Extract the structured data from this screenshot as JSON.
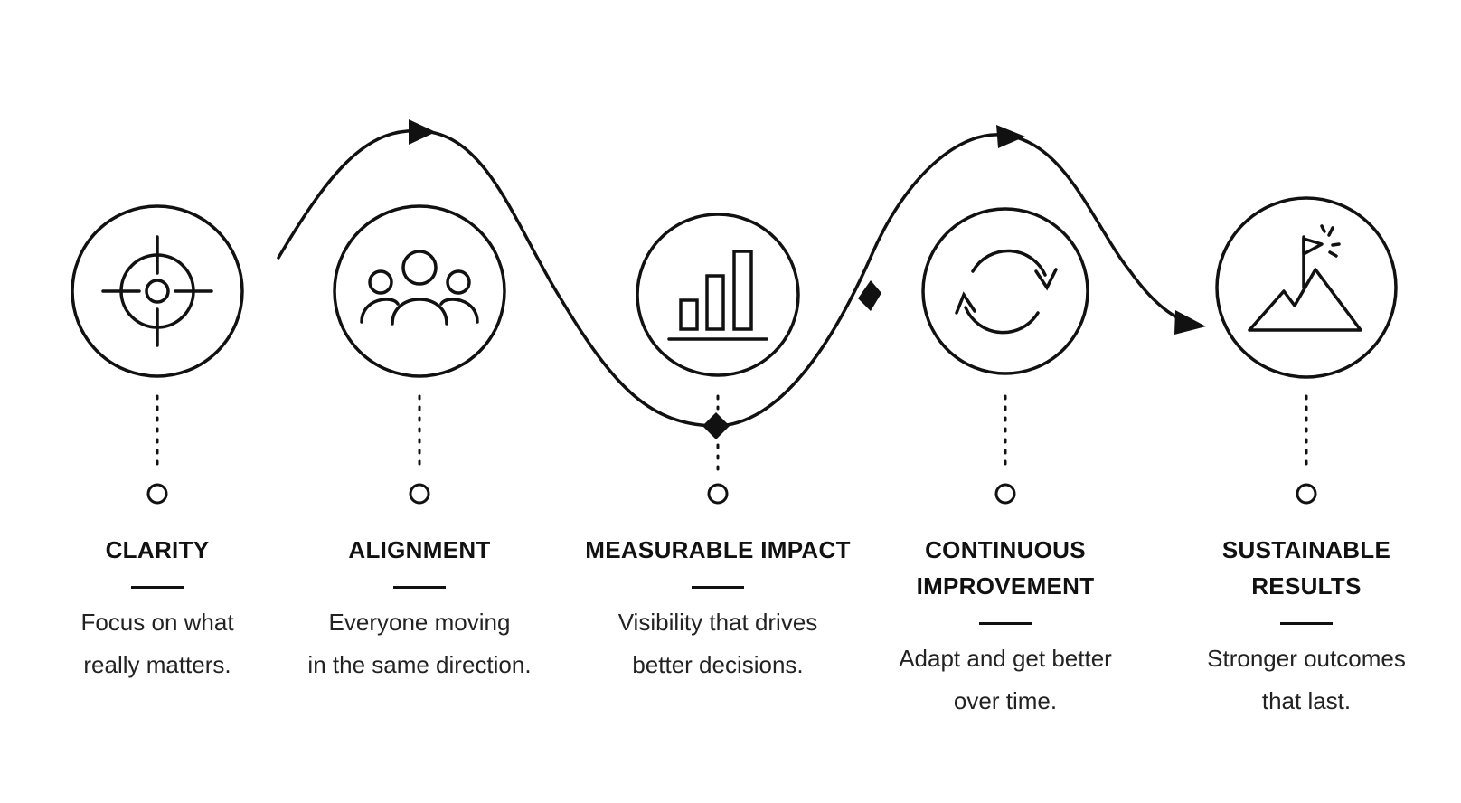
{
  "colors": {
    "ink": "#111111",
    "background": "#ffffff"
  },
  "stages": [
    {
      "icon": "target-icon",
      "title": "CLARITY",
      "description": "Focus on what\nreally matters."
    },
    {
      "icon": "people-group-icon",
      "title": "ALIGNMENT",
      "description": "Everyone moving\nin the same direction."
    },
    {
      "icon": "bar-chart-icon",
      "title": "MEASURABLE IMPACT",
      "description": "Visibility that drives\nbetter decisions."
    },
    {
      "icon": "refresh-cycle-icon",
      "title": "CONTINUOUS\nIMPROVEMENT",
      "description": "Adapt and get better\nover time."
    },
    {
      "icon": "mountain-flag-icon",
      "title": "SUSTAINABLE\nRESULTS",
      "description": "Stronger outcomes\nthat last."
    }
  ]
}
